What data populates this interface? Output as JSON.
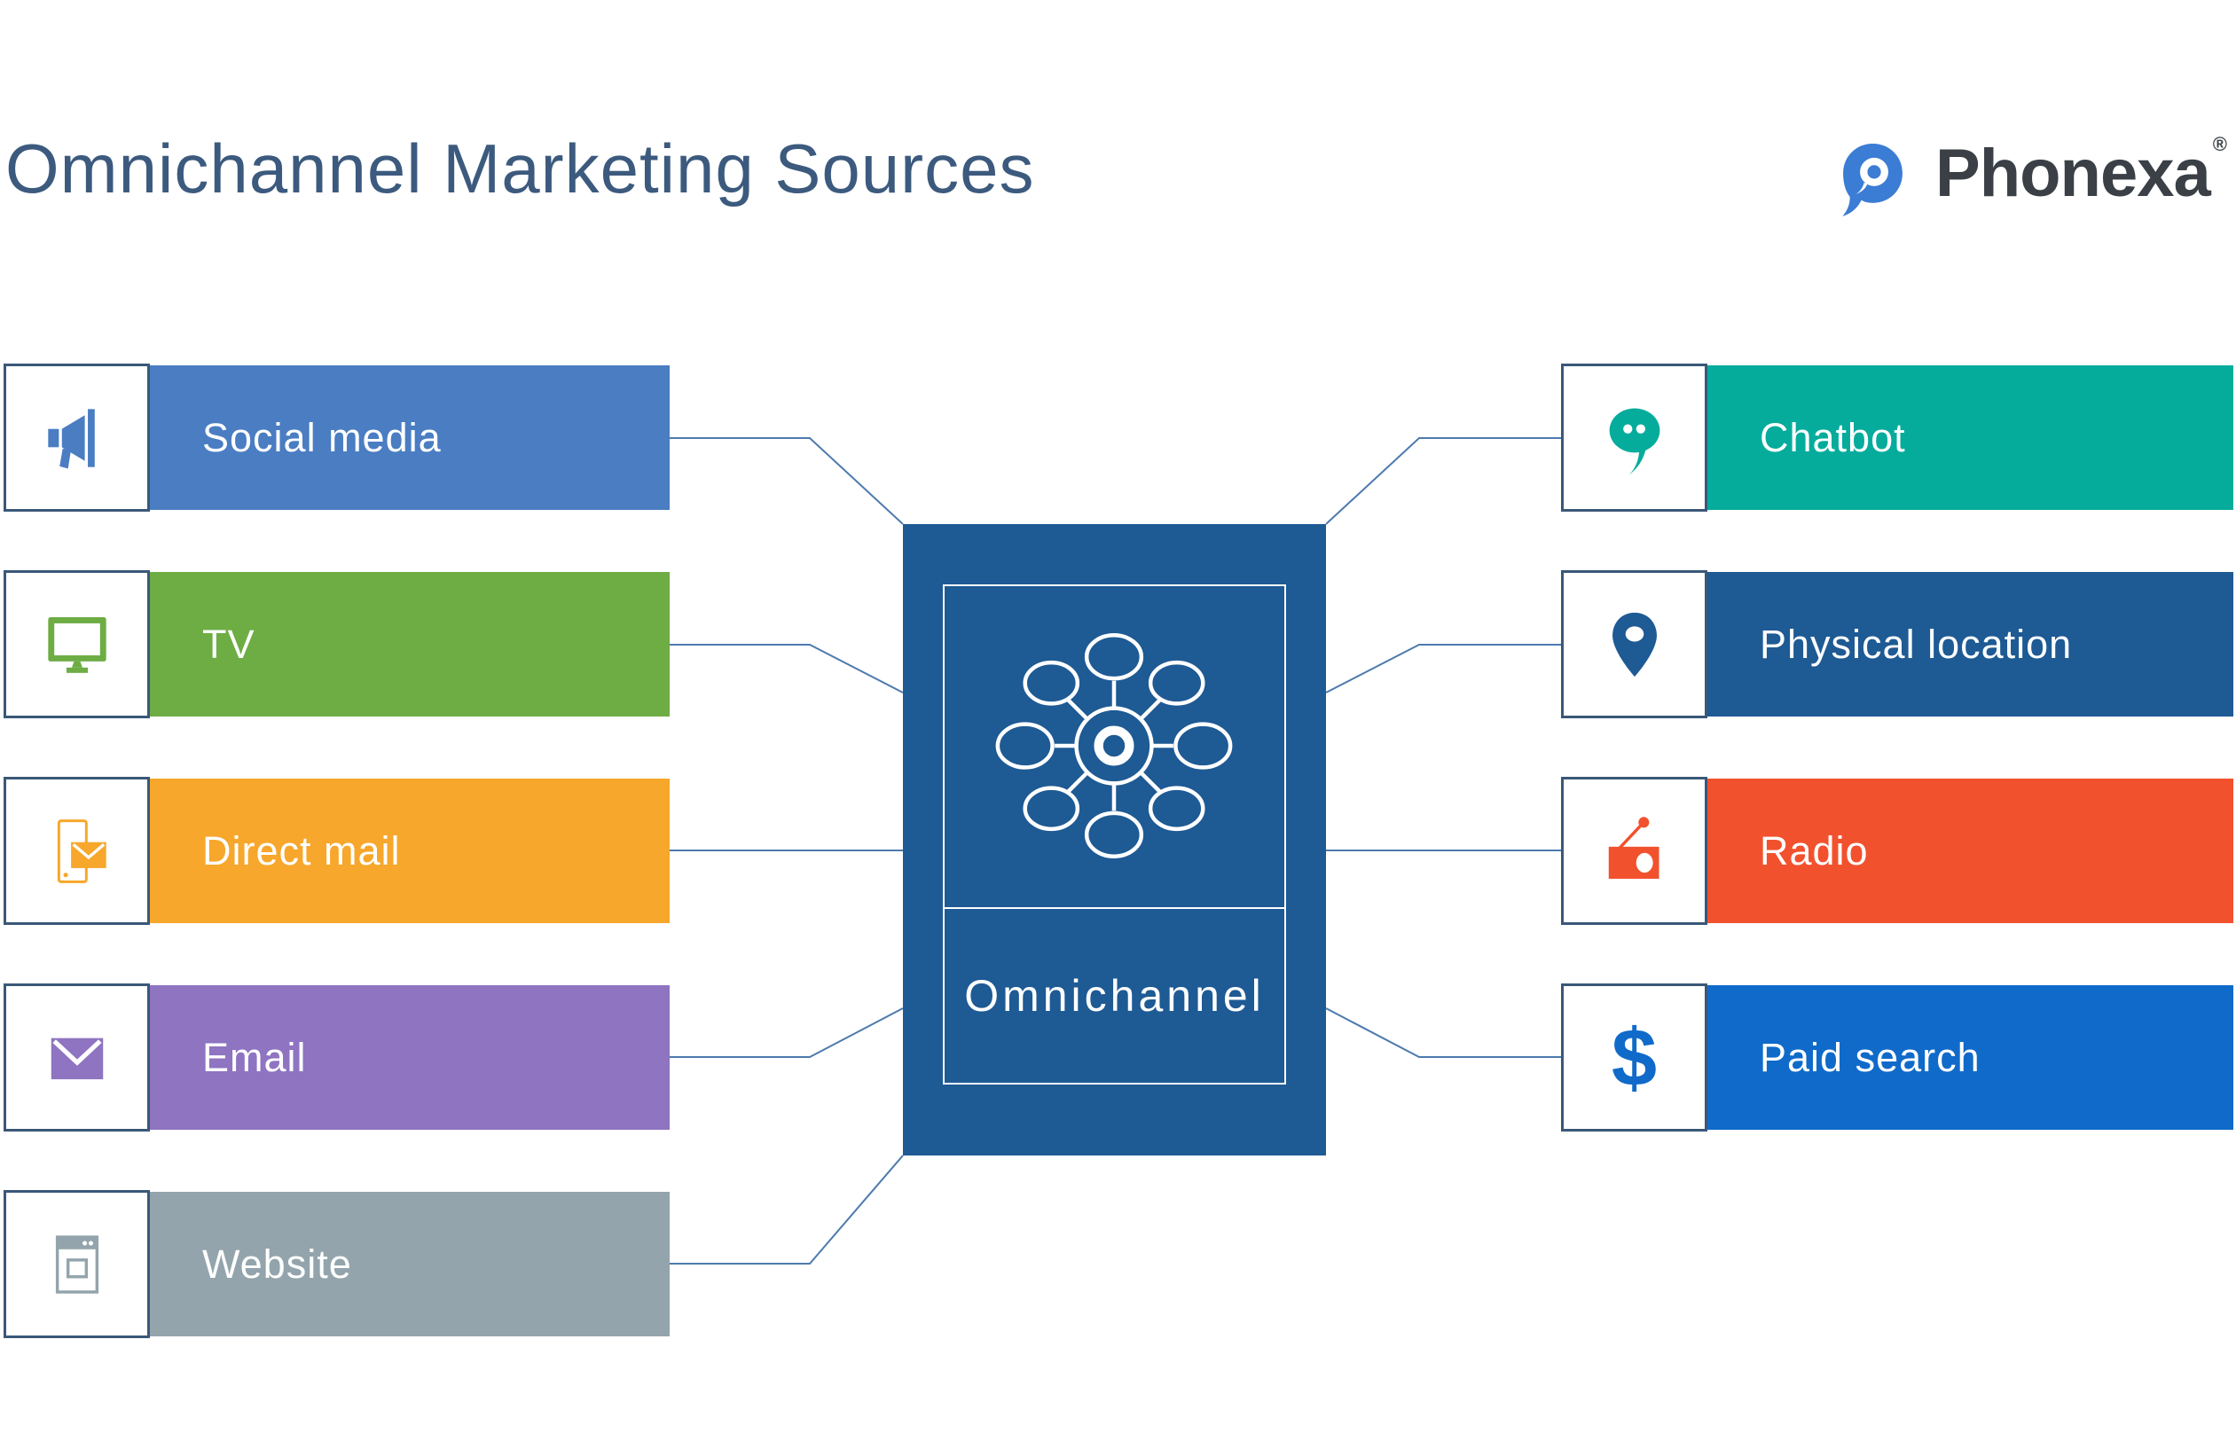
{
  "theme": {
    "background": "#FFFFFF",
    "title_color": "#3C5A7E",
    "connector_color": "#4D7AAE",
    "icon_box_border": "#3A5878",
    "icon_box_bg": "#FFFFFF",
    "label_color": "#FFFFFF"
  },
  "header": {
    "title": "Omnichannel Marketing Sources",
    "logo": {
      "brand": "Phonexa",
      "registered_mark": "®",
      "icon": "phonexa-speech-pin-icon",
      "icon_color": "#3B7CD5",
      "text_color": "#3A4045"
    }
  },
  "center": {
    "label": "Omnichannel",
    "background": "#1E5A94",
    "icon": "hub-and-spokes-icon",
    "icon_color": "#FFFFFF"
  },
  "left_sources": [
    {
      "label": "Social media",
      "color": "#4A7DC2",
      "icon": "megaphone-icon"
    },
    {
      "label": "TV",
      "color": "#6DAD44",
      "icon": "tv-icon"
    },
    {
      "label": "Direct mail",
      "color": "#F7A72B",
      "icon": "mobile-mail-icon"
    },
    {
      "label": "Email",
      "color": "#8E74C1",
      "icon": "envelope-icon"
    },
    {
      "label": "Website",
      "color": "#93A4AC",
      "icon": "browser-window-icon"
    }
  ],
  "right_sources": [
    {
      "label": "Chatbot",
      "color": "#05AC9C",
      "icon": "chat-bubble-icon"
    },
    {
      "label": "Physical location",
      "color": "#1E5A94",
      "icon": "map-pin-icon"
    },
    {
      "label": "Radio",
      "color": "#F2512E",
      "icon": "radio-icon"
    },
    {
      "label": "Paid search",
      "color": "#106ACA",
      "icon": "dollar-icon",
      "icon_glyph": "$"
    }
  ]
}
